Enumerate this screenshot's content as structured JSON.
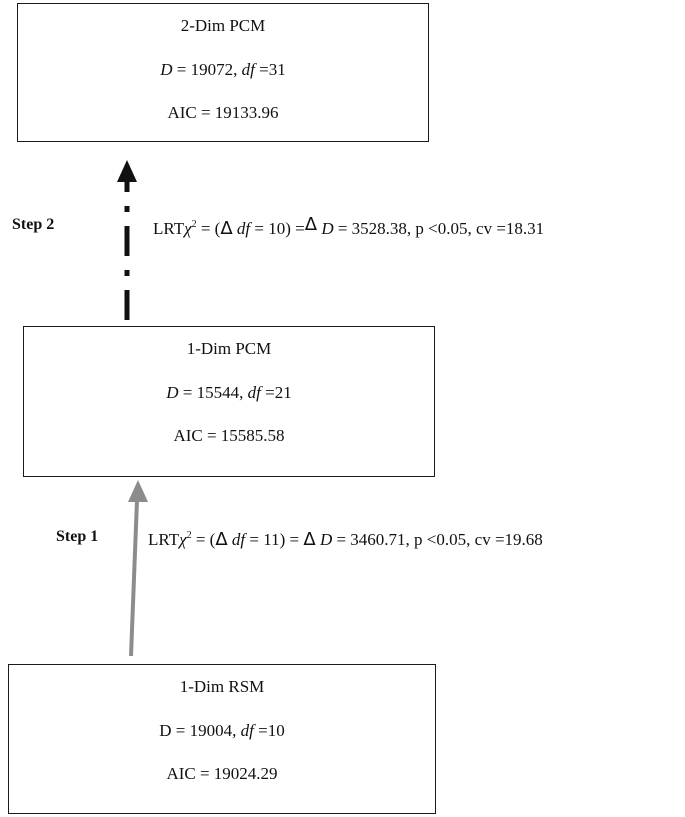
{
  "models": {
    "top": {
      "name": "2-Dim PCM",
      "deviance_label": "D",
      "deviance_value": " = 19072, ",
      "df_label": "df",
      "df_value": " =31",
      "aic": "AIC = 19133.96"
    },
    "middle": {
      "name": "1-Dim PCM",
      "deviance_label": "D",
      "deviance_value": " = 15544, ",
      "df_label": "df",
      "df_value": " =21",
      "aic": "AIC = 15585.58"
    },
    "bottom": {
      "name": "1-Dim RSM",
      "deviance_label": "D",
      "deviance_value": " = 19004, ",
      "df_label": "df",
      "df_value": " =10",
      "aic": "AIC = 19024.29"
    }
  },
  "steps": {
    "step2": {
      "label": "Step 2",
      "prefix": "LRT",
      "chi": "χ",
      "chi_exp": "2",
      "part1": " = (",
      "delta1": "Δ",
      "df_label": " df",
      "part2": " = 10) =",
      "delta2": "Δ",
      "d_label": " D",
      "part3": " = 3528.38, p <0.05, cv =18.31"
    },
    "step1": {
      "label": "Step 1",
      "prefix": "LRT",
      "chi": "χ",
      "chi_exp": "2",
      "part1": " = (",
      "delta1": "Δ",
      "df_label": " df",
      "part2": " = 11) = ",
      "delta2": "Δ",
      "d_label": " D",
      "part3": " = 3460.71, p <0.05, cv =19.68"
    }
  },
  "colors": {
    "step2_arrow": "#111111",
    "step1_arrow": "#8c8c8c",
    "box_border": "#1a1a1a"
  }
}
